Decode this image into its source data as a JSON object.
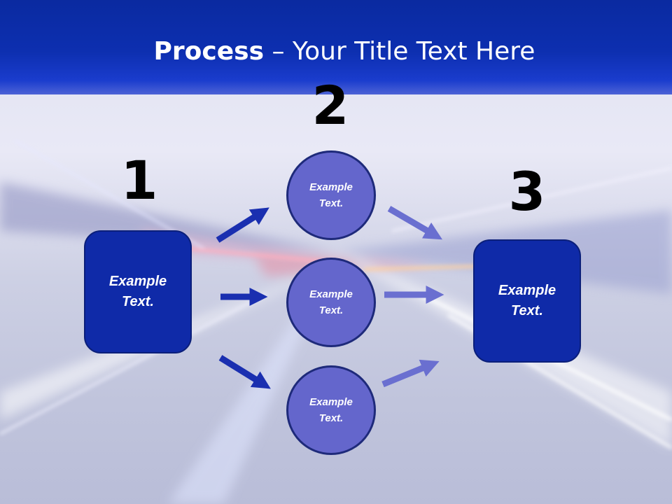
{
  "title": {
    "bold": "Process",
    "rest": " – Your Title Text Here"
  },
  "steps": {
    "one": "1",
    "two": "2",
    "three": "3"
  },
  "start_box": {
    "label": "Example\nText."
  },
  "middle_circles": [
    {
      "label": "Example\nText."
    },
    {
      "label": "Example\nText."
    },
    {
      "label": "Example\nText."
    }
  ],
  "end_box": {
    "label": "Example\nText."
  },
  "colors": {
    "title_band": "#0d2fb0",
    "box_fill": "#0f2aa8",
    "circle_fill": "#6466cc",
    "arrow_dark": "#1a2fb0",
    "arrow_light": "#6a6fd0"
  }
}
